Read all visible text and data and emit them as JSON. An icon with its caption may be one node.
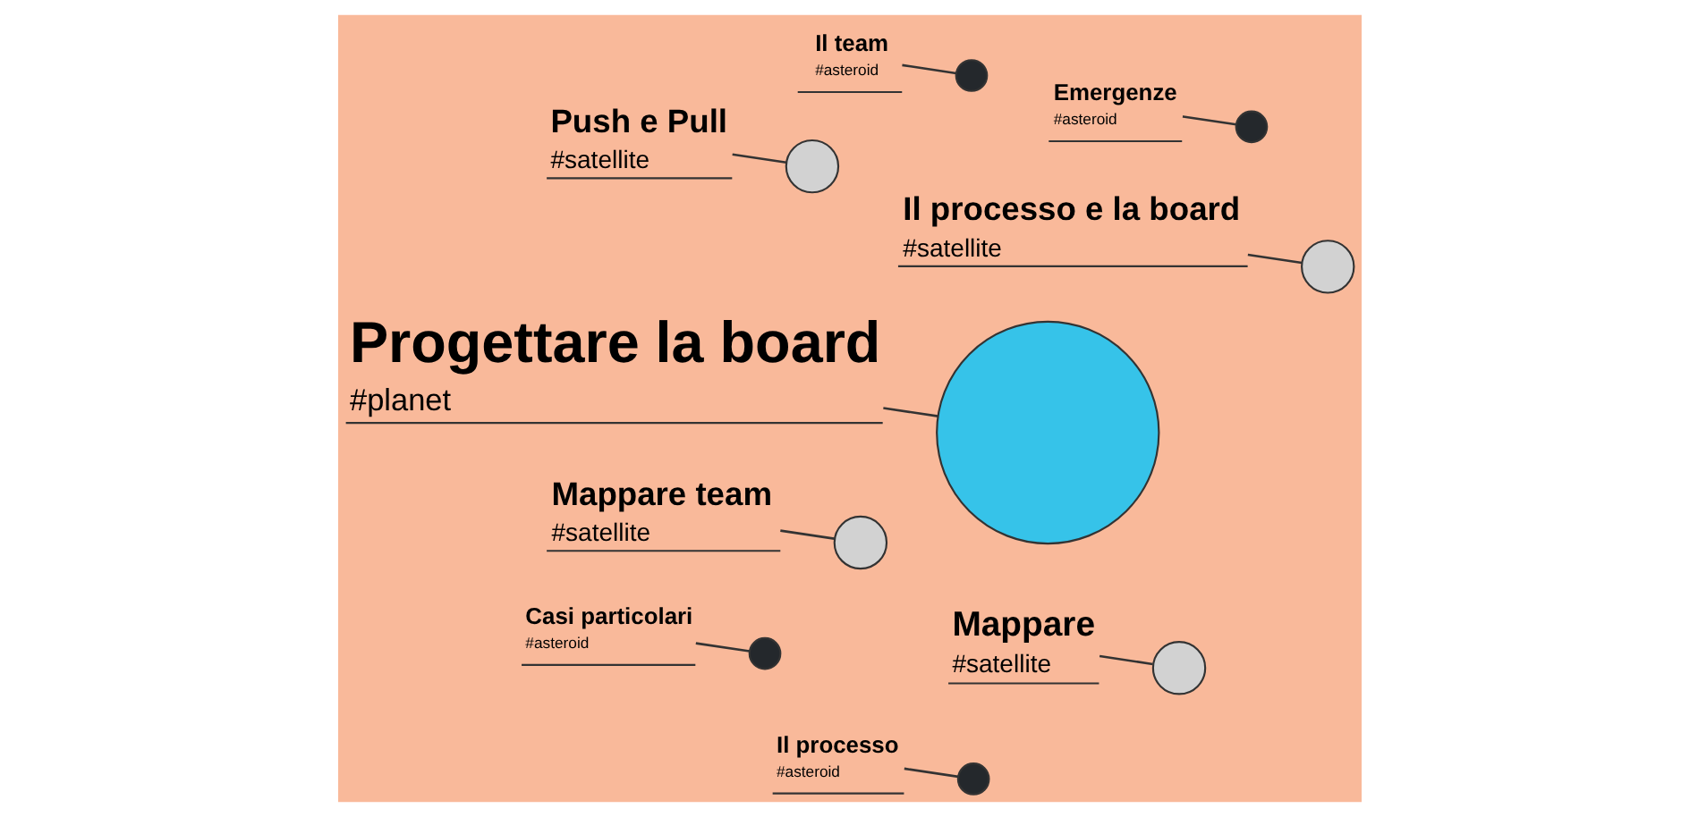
{
  "diagram": {
    "nodes": [
      {
        "text": [
          "Progettare la board",
          "#planet"
        ]
      },
      {
        "text": [
          "Emergenze",
          "#asteroid"
        ]
      },
      {
        "text": [
          "Mappare",
          "#satellite"
        ]
      },
      {
        "text": [
          "Casi particolari",
          "#asteroid"
        ]
      },
      {
        "text": [
          "Il team",
          "#asteroid"
        ]
      },
      {
        "text": [
          "Il processo",
          "#asteroid"
        ]
      },
      {
        "text": [
          "Il processo e la board",
          "#satellite"
        ]
      },
      {
        "text": [
          "Push e Pull",
          "#satellite"
        ]
      },
      {
        "text": [
          "Mappare team",
          "#satellite"
        ]
      },
      {
        "text": [],
        "shape": "circle"
      },
      {
        "text": [],
        "shape": "circle"
      },
      {
        "text": [],
        "shape": "circle"
      },
      {
        "text": [],
        "shape": "circle"
      },
      {
        "text": [],
        "shape": "circle"
      },
      {
        "text": [],
        "shape": "circle"
      },
      {
        "text": [],
        "shape": "circle"
      },
      {
        "text": [],
        "shape": "circle"
      },
      {
        "text": [],
        "shape": "circle"
      }
    ],
    "edges": [
      {
        "from": 0,
        "to": 9,
        "arrow": "none"
      },
      {
        "from": 1,
        "to": 10,
        "arrow": "none"
      },
      {
        "from": 2,
        "to": 11,
        "arrow": "none"
      },
      {
        "from": 3,
        "to": 12,
        "arrow": "none"
      },
      {
        "from": 4,
        "to": 13,
        "arrow": "none"
      },
      {
        "from": 5,
        "to": 14,
        "arrow": "none"
      },
      {
        "from": 6,
        "to": 15,
        "arrow": "none"
      },
      {
        "from": 7,
        "to": 16,
        "arrow": "none"
      },
      {
        "from": 8,
        "to": 17,
        "arrow": "none"
      }
    ]
  }
}
